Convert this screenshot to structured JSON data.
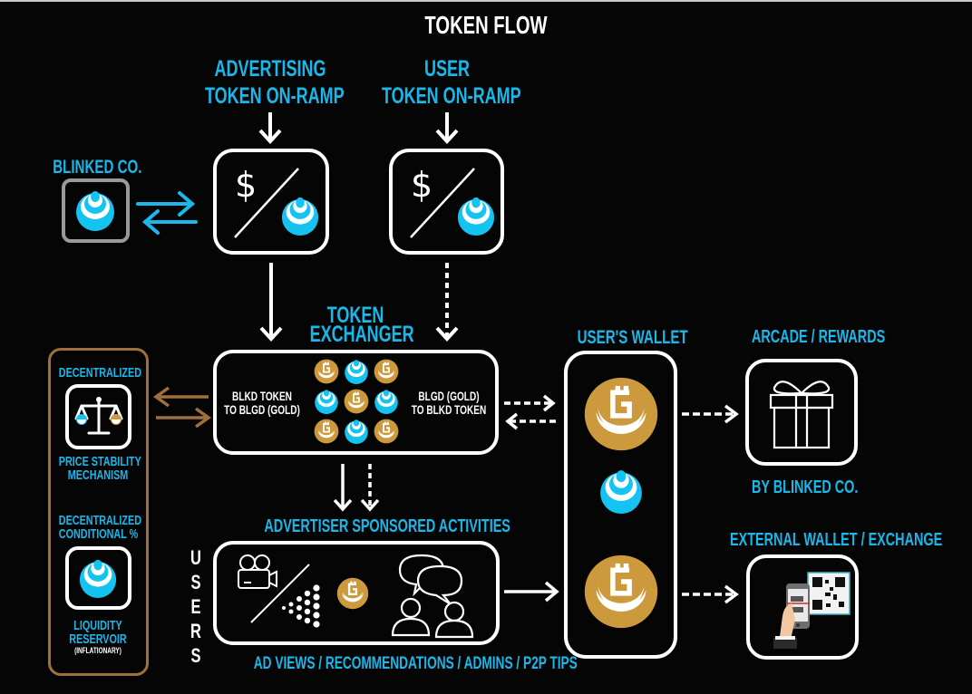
{
  "title": "TOKEN FLOW",
  "colors": {
    "background": "#050505",
    "accent_blue": "#1ab8ea",
    "token_blue": "#14c3f0",
    "token_gold": "#cc9a3c",
    "bronze_border": "#a0703c",
    "white": "#ffffff"
  },
  "blinked_co": {
    "label": "BLINKED CO.",
    "icon": "blkd-token-icon"
  },
  "advertising_onramp": {
    "label_line1": "ADVERTISING",
    "label_line2": "TOKEN ON-RAMP",
    "dollar": "$",
    "icon": "fiat-to-token-icon"
  },
  "user_onramp": {
    "label_line1": "USER",
    "label_line2": "TOKEN ON-RAMP",
    "dollar": "$",
    "icon": "fiat-to-token-icon"
  },
  "token_exchanger": {
    "label_line1": "TOKEN",
    "label_line2": "EXCHANGER",
    "left_line1": "BLKD TOKEN",
    "left_line2": "TO BLGD (GOLD)",
    "right_line1": "BLGD (GOLD)",
    "right_line2": "TO BLKD TOKEN",
    "grid": [
      "gold",
      "blue",
      "gold",
      "blue",
      "gold",
      "blue",
      "gold",
      "blue",
      "gold"
    ]
  },
  "side_panel": {
    "price_label": "DECENTRALIZED",
    "price_caption_line1": "PRICE STABILITY",
    "price_caption_line2": "MECHANISM",
    "price_icon": "balance-scale-icon",
    "reservoir_label_line1": "DECENTRALIZED",
    "reservoir_label_line2": "CONDITIONAL %",
    "reservoir_caption_line1": "LIQUIDITY",
    "reservoir_caption_line2": "RESERVOIR",
    "reservoir_note": "(INFLATIONARY)",
    "reservoir_icon": "blkd-token-icon"
  },
  "users_label": [
    "U",
    "S",
    "E",
    "R",
    "S"
  ],
  "activities": {
    "label": "ADVERTISER SPONSORED ACTIVITIES",
    "caption": "AD VIEWS / RECOMMENDATIONS / ADMINS / P2P TIPS",
    "icons": [
      "film-camera-icon",
      "dots-spray-icon",
      "gold-token-icon",
      "chat-users-icon"
    ]
  },
  "wallet": {
    "label": "USER'S WALLET",
    "tokens": [
      "gold",
      "blue",
      "gold"
    ]
  },
  "arcade": {
    "label": "ARCADE / REWARDS",
    "caption": "BY BLINKED CO.",
    "icon": "gift-icon"
  },
  "external": {
    "label": "EXTERNAL WALLET / EXCHANGE",
    "icon": "phone-qr-scan-icon"
  }
}
